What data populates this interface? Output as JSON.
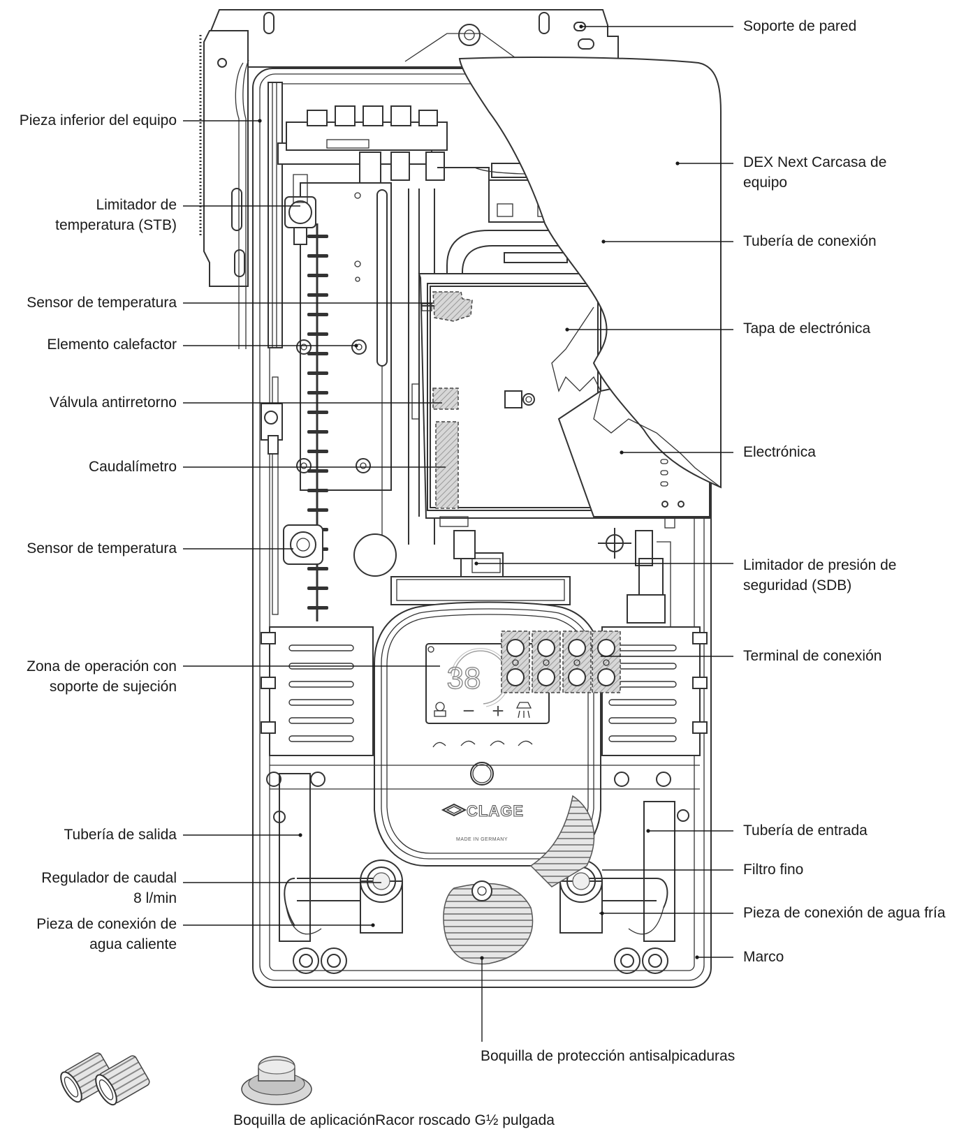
{
  "labels_left": [
    {
      "id": "lower-part",
      "lines": [
        "Pieza inferior del equipo"
      ]
    },
    {
      "id": "temperature-limiter",
      "lines": [
        "Limitador de",
        "temperatura (STB)"
      ]
    },
    {
      "id": "temperature-sensor-1",
      "lines": [
        "Sensor de temperatura"
      ]
    },
    {
      "id": "heating-element",
      "lines": [
        "Elemento calefactor"
      ]
    },
    {
      "id": "check-valve",
      "lines": [
        "Válvula antirretorno"
      ]
    },
    {
      "id": "flow-meter",
      "lines": [
        "Caudalímetro"
      ]
    },
    {
      "id": "temperature-sensor-2",
      "lines": [
        "Sensor de temperatura"
      ]
    },
    {
      "id": "operation-zone",
      "lines": [
        "Zona de operación con",
        "soporte de sujeción"
      ]
    },
    {
      "id": "outlet-pipe",
      "lines": [
        "Tubería de salida"
      ]
    },
    {
      "id": "flow-regulator",
      "lines": [
        "Regulador de caudal",
        "8 l/min"
      ]
    },
    {
      "id": "hot-water-connector",
      "lines": [
        "Pieza de conexión de",
        "agua caliente"
      ]
    }
  ],
  "labels_right": [
    {
      "id": "wall-bracket",
      "lines": [
        "Soporte de pared"
      ]
    },
    {
      "id": "device-housing",
      "lines": [
        "DEX Next Carcasa de",
        "equipo"
      ]
    },
    {
      "id": "connection-pipe",
      "lines": [
        "Tubería de conexión"
      ]
    },
    {
      "id": "electronics-cover",
      "lines": [
        "Tapa de electrónica"
      ]
    },
    {
      "id": "electronics",
      "lines": [
        "Electrónica"
      ]
    },
    {
      "id": "pressure-limiter",
      "lines": [
        "Limitador de presión de",
        "seguridad (SDB)"
      ]
    },
    {
      "id": "connection-terminal",
      "lines": [
        "Terminal de conexión"
      ]
    },
    {
      "id": "inlet-pipe",
      "lines": [
        "Tubería de entrada"
      ]
    },
    {
      "id": "fine-filter",
      "lines": [
        "Filtro fino"
      ]
    },
    {
      "id": "cold-water-connector",
      "lines": [
        "Pieza de conexión de agua fría"
      ]
    },
    {
      "id": "frame",
      "lines": [
        "Marco"
      ]
    }
  ],
  "label_bottom": {
    "id": "splash-nozzle",
    "lines": [
      "Boquilla de protección antisalpicaduras"
    ]
  },
  "caption": "Boquilla de aplicaciónRacor roscado G½ pulgada",
  "device": {
    "display_temperature": "38",
    "brand": "CLAGE",
    "made_in": "MADE IN GERMANY",
    "minus_symbol": "−",
    "plus_symbol": "+"
  }
}
